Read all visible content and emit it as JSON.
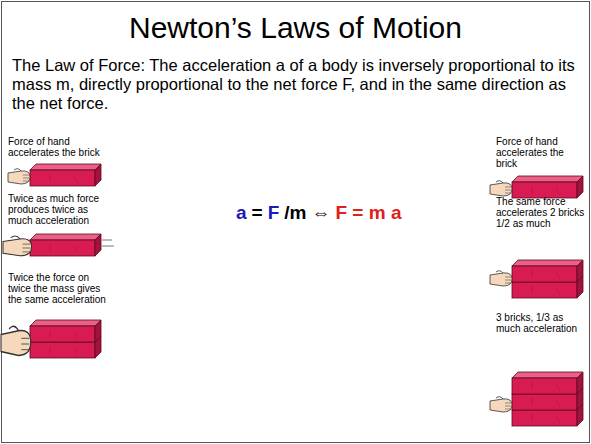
{
  "diagram": {
    "title": "Newton’s Laws of Motion",
    "labels": [
      "The Law of Force: The acceleration a of a body is inversely proportional to its mass m, directly proportional to the net force F, and in the same direction as the net force.",
      "Force of hand accelerates the brick",
      "Twice as much force produces twice as much acceleration",
      "Twice the force on twice the mass gives the same acceleration",
      "a",
      "=",
      "F",
      "/m",
      "⇔",
      "F = m a",
      "Force of hand accelerates the brick",
      "The same force accelerates 2 bricks 1/2 as much",
      "3 bricks, 1/3 as much acceleration"
    ]
  }
}
